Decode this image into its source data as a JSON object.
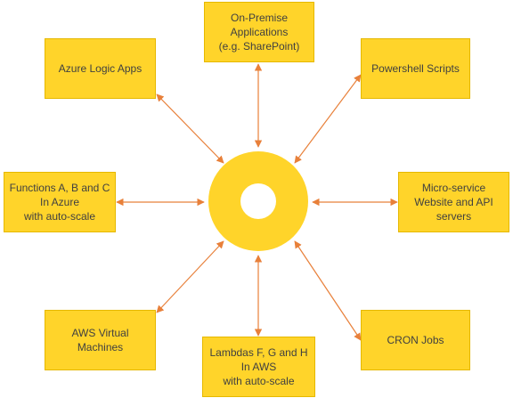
{
  "colors": {
    "box_fill": "#ffd42a",
    "arrow": "#e8803a",
    "text": "#404040",
    "hub": "#ffd42a"
  },
  "nodes": {
    "on_premise": {
      "lines": [
        "On-Premise",
        "Applications",
        "(e.g. SharePoint)"
      ]
    },
    "azure_logic_apps": {
      "lines": [
        "Azure Logic Apps"
      ]
    },
    "powershell": {
      "lines": [
        "Powershell Scripts"
      ]
    },
    "functions": {
      "lines": [
        "Functions A, B and C",
        "In Azure",
        "with auto-scale"
      ]
    },
    "microservice": {
      "lines": [
        "Micro-service",
        "Website and API",
        "servers"
      ]
    },
    "aws_vm": {
      "lines": [
        "AWS Virtual",
        "Machines"
      ]
    },
    "lambdas": {
      "lines": [
        "Lambdas F, G and H",
        "In AWS",
        "with auto-scale"
      ]
    },
    "cron": {
      "lines": [
        "CRON Jobs"
      ]
    }
  }
}
